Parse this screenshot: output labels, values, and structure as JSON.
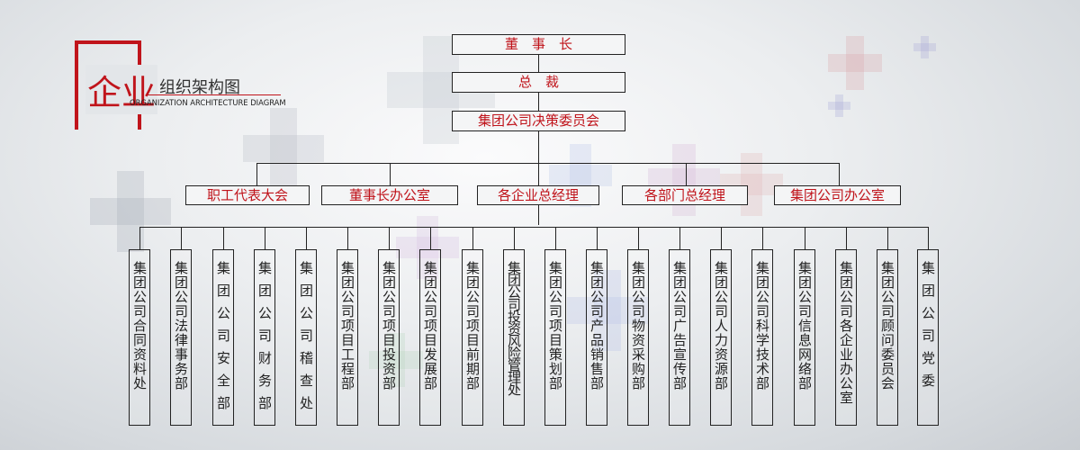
{
  "logo": {
    "big": "企业",
    "title": "组织架构图",
    "subtitle": "ORGANIZATION ARCHITECTURE DIAGRAM"
  },
  "level1": [
    "董　事　长",
    "总　裁",
    "集团公司决策委员会"
  ],
  "level2": [
    "职工代表大会",
    "董事长办公室",
    "各企业总经理",
    "各部门总经理",
    "集团公司办公室"
  ],
  "departments": [
    "集团公司合同资料处",
    "集团公司法律事务部",
    "集团公司安全部",
    "集团公司财务部",
    "集团公司稽查处",
    "集团公司项目工程部",
    "集团公司项目投资部",
    "集团公司项目发展部",
    "集团公司项目前期部",
    "集团公司投资风险管理处",
    "集团公司项目策划部",
    "集团公司产品销售部",
    "集团公司物资采购部",
    "集团公司广告宣传部",
    "集团公司人力资源部",
    "集团公司科学技术部",
    "集团公司信息网络部",
    "集团公司各企业办公室",
    "集团公司顾问委员会",
    "集团公司党委"
  ],
  "colors": {
    "accent": "#c0141b",
    "line": "#222222"
  }
}
